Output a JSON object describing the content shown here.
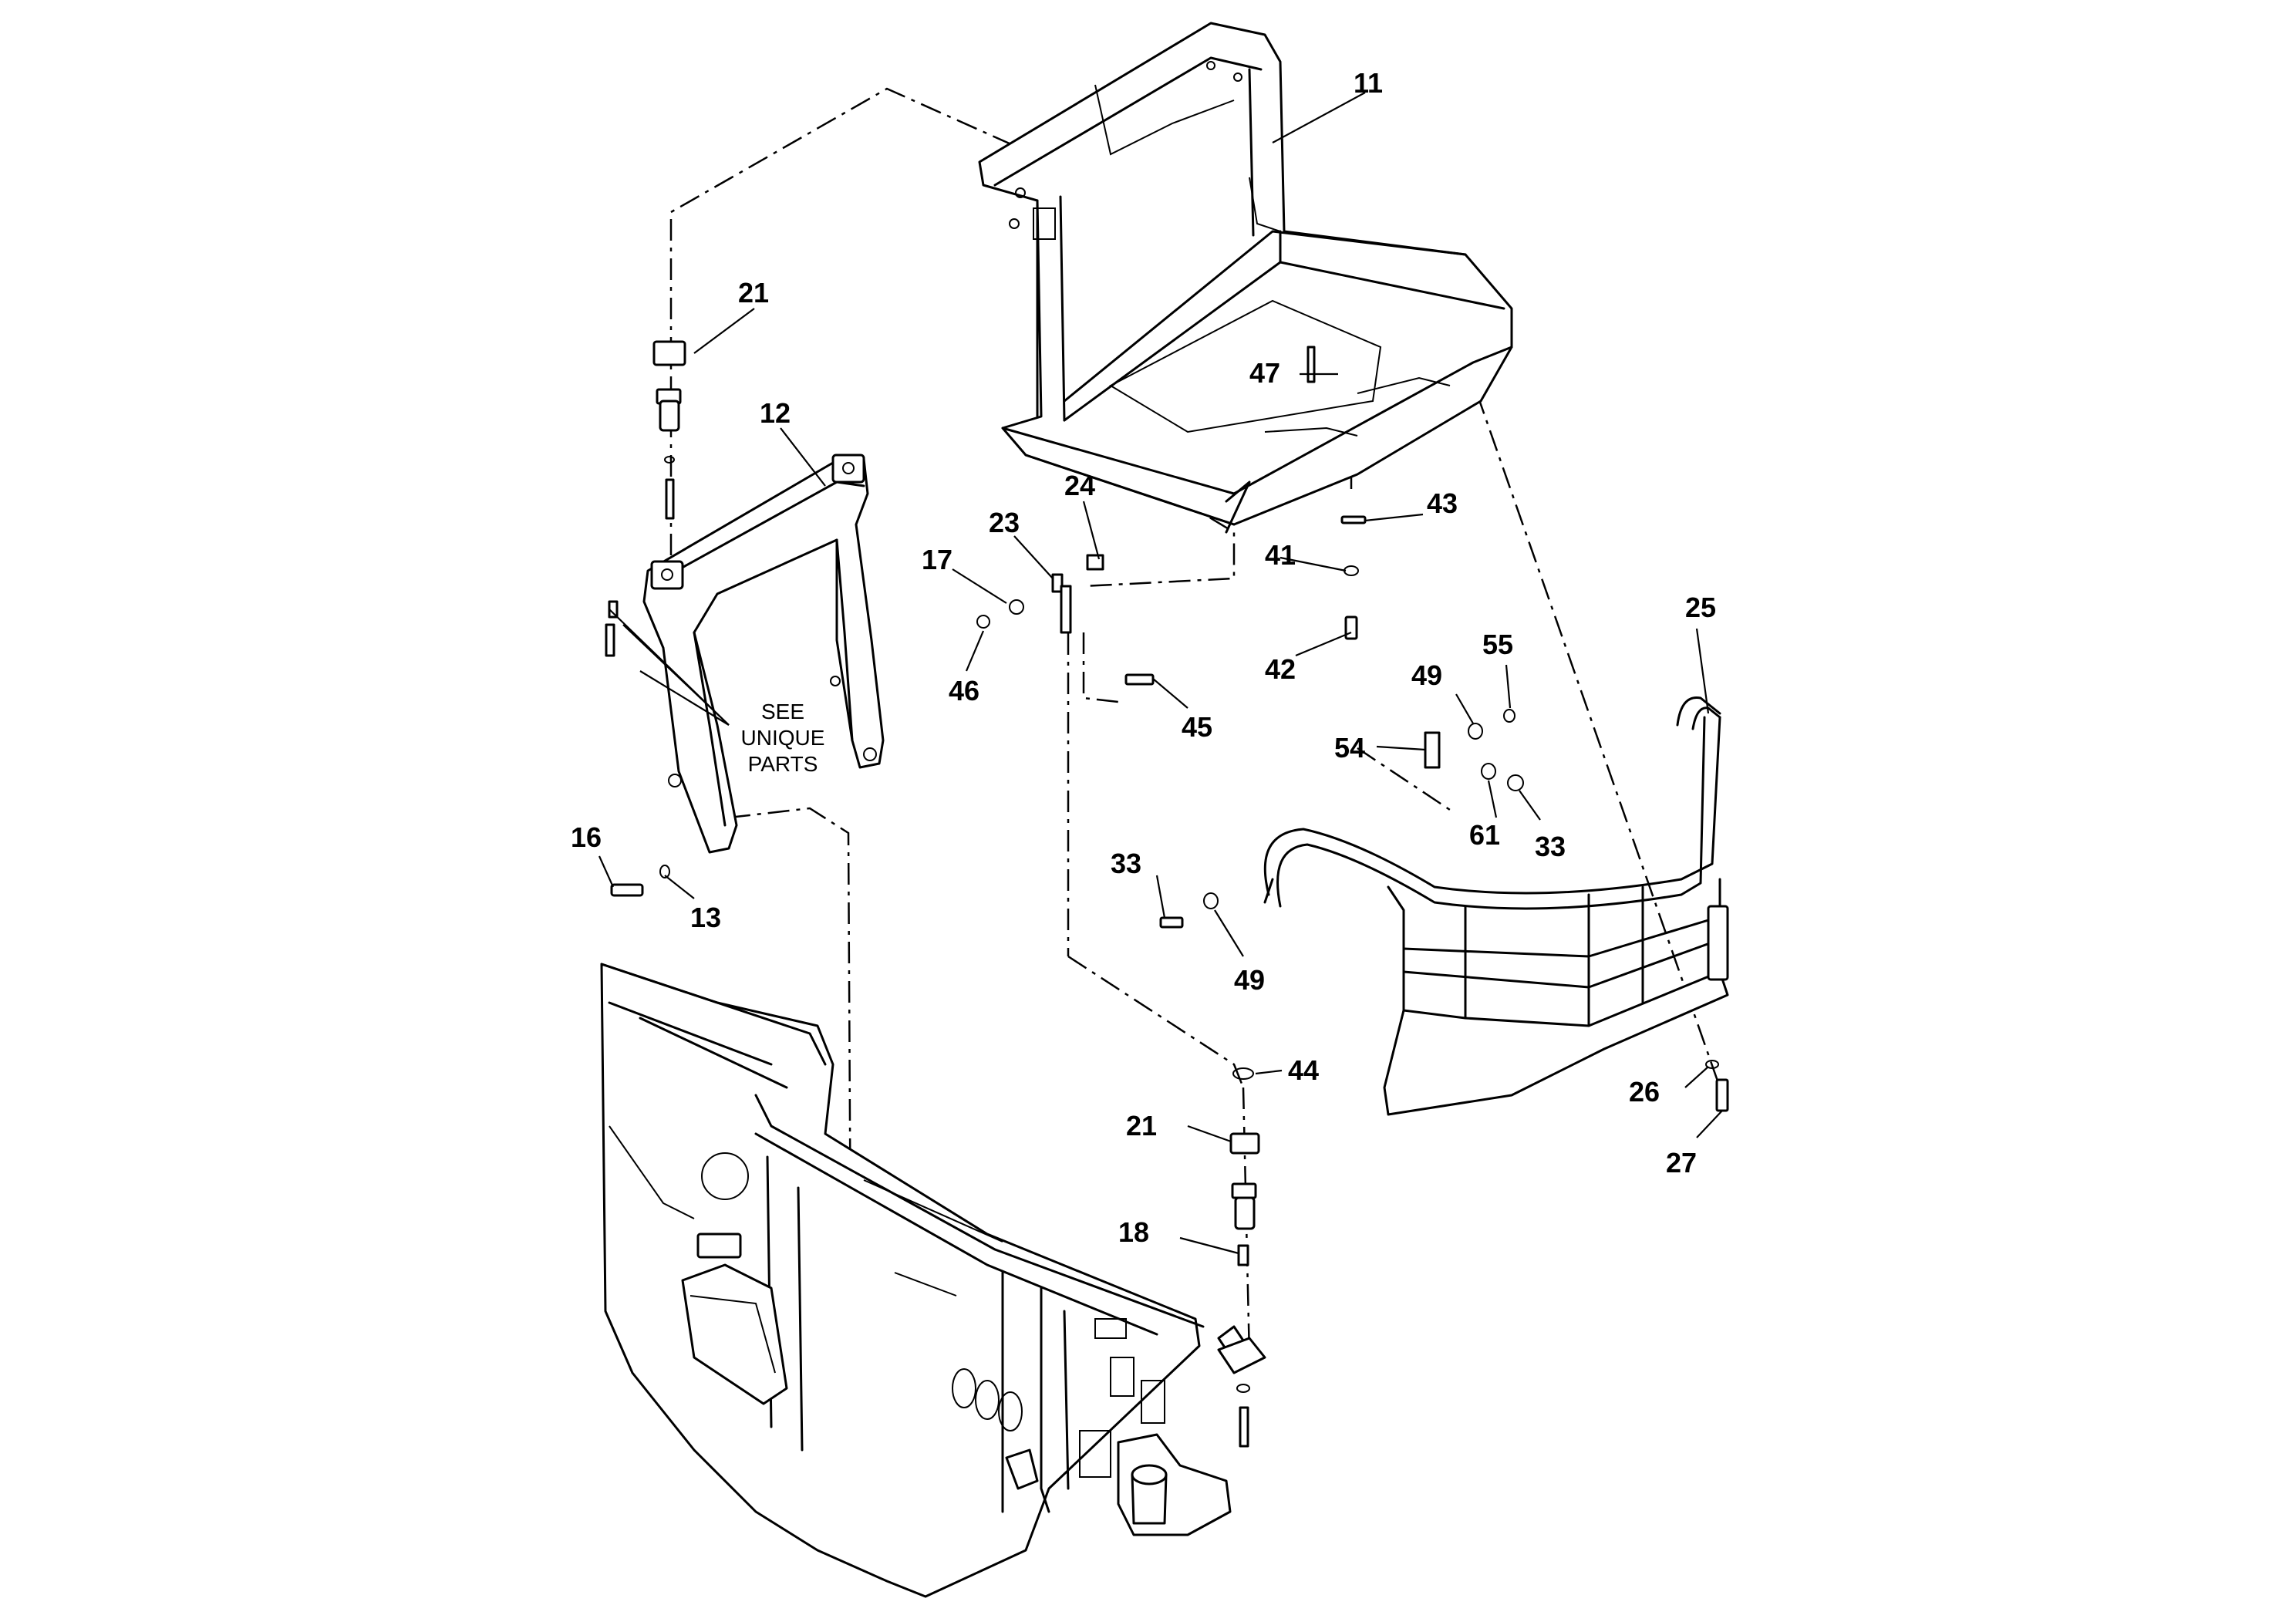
{
  "callouts": {
    "c11": "11",
    "c12": "12",
    "c13": "13",
    "c16": "16",
    "c17": "17",
    "c18": "18",
    "c21a": "21",
    "c21b": "21",
    "c23": "23",
    "c24": "24",
    "c25": "25",
    "c26": "26",
    "c27": "27",
    "c33a": "33",
    "c33b": "33",
    "c41": "41",
    "c42": "42",
    "c43": "43",
    "c44": "44",
    "c45": "45",
    "c46": "46",
    "c47": "47",
    "c49a": "49",
    "c49b": "49",
    "c54": "54",
    "c55": "55",
    "c61": "61"
  },
  "note": {
    "line1": "SEE",
    "line2": "UNIQUE",
    "line3": "PARTS"
  }
}
